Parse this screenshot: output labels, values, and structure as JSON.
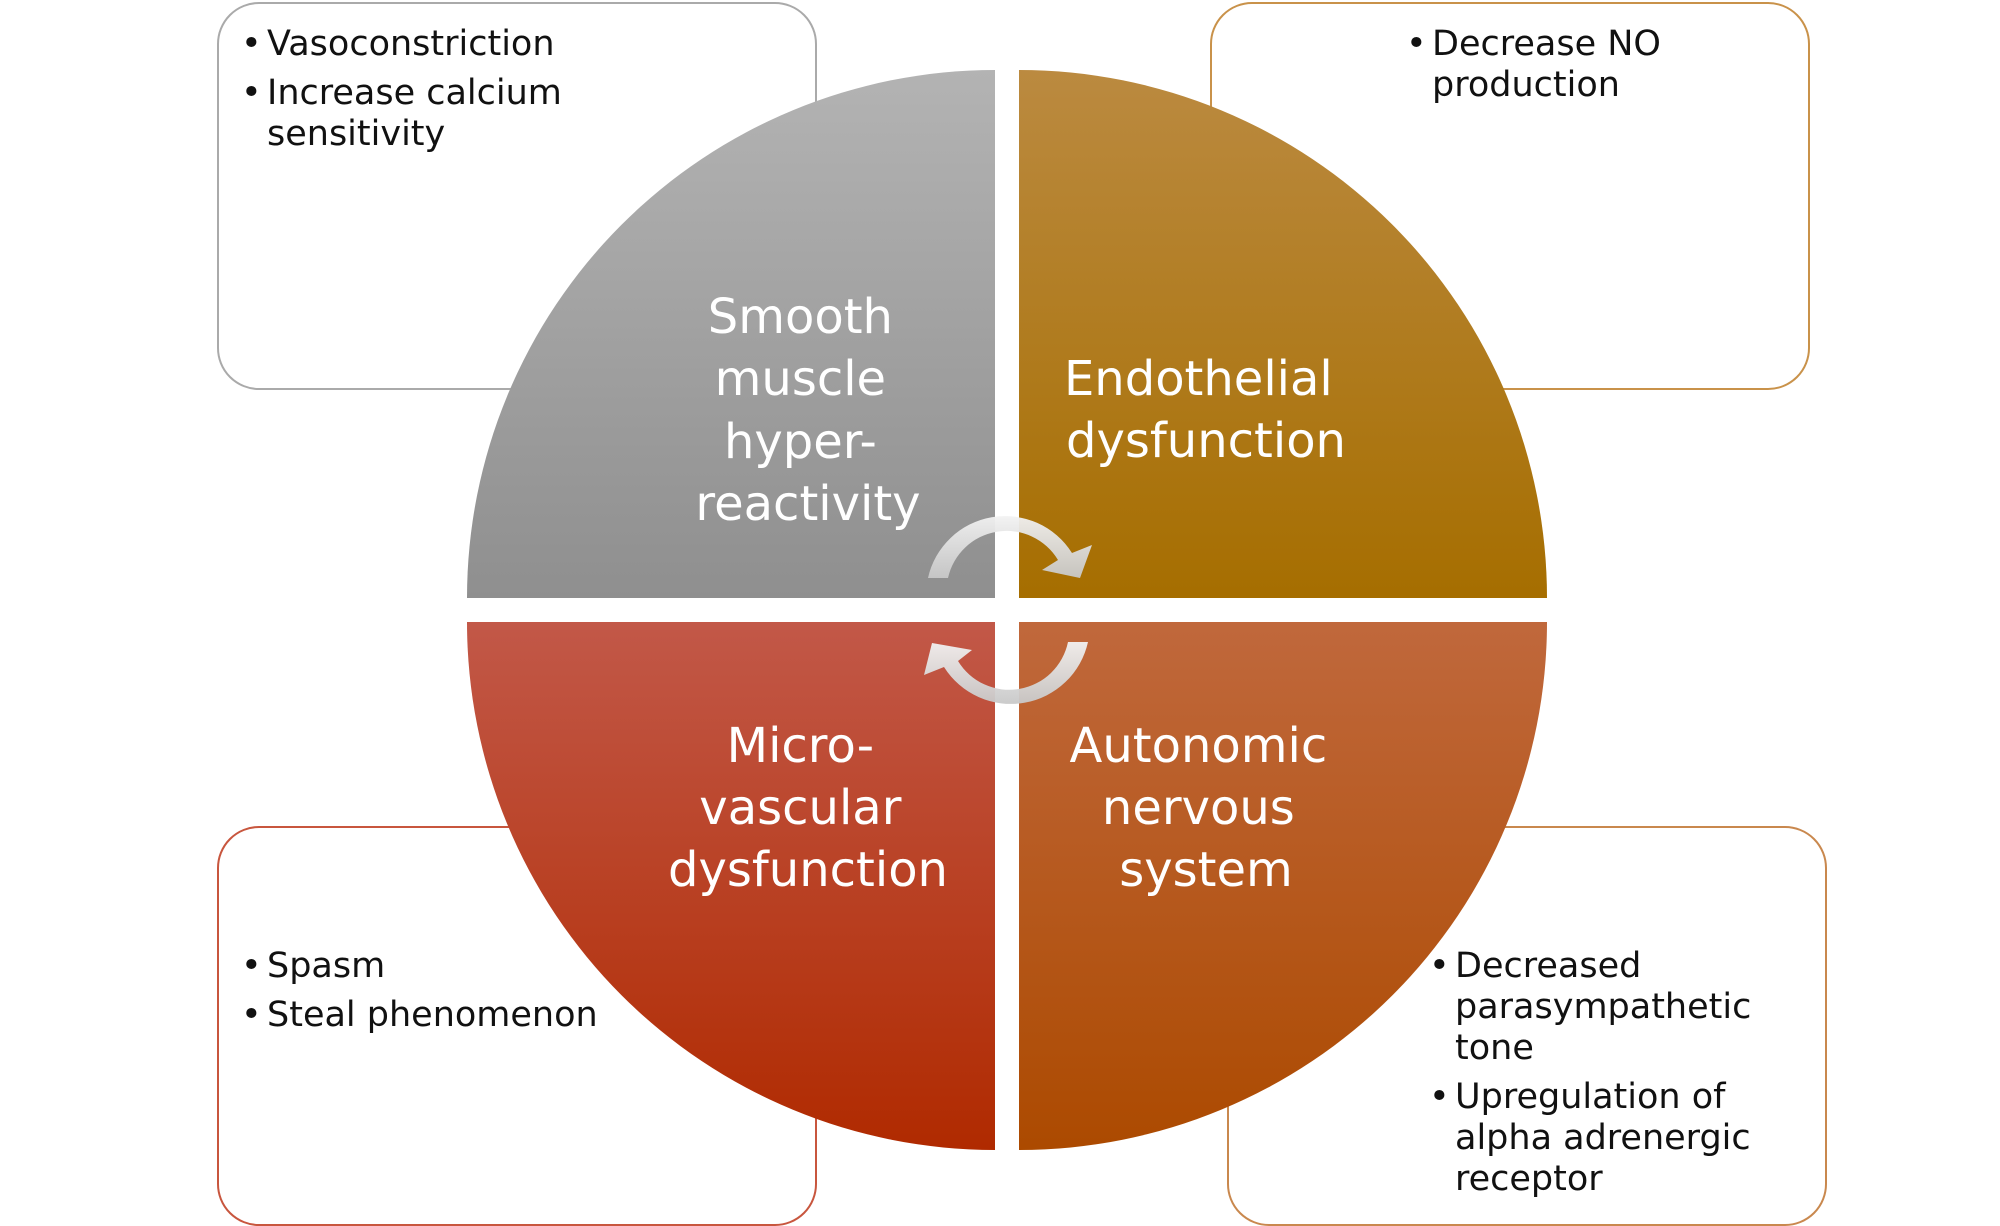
{
  "quadrants": {
    "smooth_muscle": {
      "lines": [
        "Smooth",
        "muscle",
        "hyper-",
        "reactivity"
      ],
      "color_top": "#b3b3b3",
      "color_bottom": "#8f8f8f"
    },
    "endothelial": {
      "lines": [
        "Endothelial",
        "dysfunction"
      ],
      "color_top": "#bb8a40",
      "color_bottom": "#a66e00"
    },
    "microvascular": {
      "lines": [
        "Micro-",
        "vascular",
        "dysfunction"
      ],
      "color_top": "#c25848",
      "color_bottom": "#b02a00"
    },
    "autonomic": {
      "lines": [
        "Autonomic",
        "nervous",
        "system"
      ],
      "color_top": "#c0683c",
      "color_bottom": "#ac4a00"
    }
  },
  "boxes": {
    "smooth_muscle": {
      "border": "#aaaaaa",
      "items": [
        "Vasoconstriction",
        "Increase calcium sensitivity"
      ]
    },
    "endothelial": {
      "border": "#c9924a",
      "items": [
        "Decrease NO production"
      ]
    },
    "microvascular": {
      "border": "#c8563e",
      "items": [
        "Spasm",
        "Steal phenomenon"
      ]
    },
    "autonomic": {
      "border": "#c9884e",
      "items": [
        "Decreased parasympathetic tone",
        "Upregulation of alpha adrenergic receptor"
      ]
    }
  }
}
